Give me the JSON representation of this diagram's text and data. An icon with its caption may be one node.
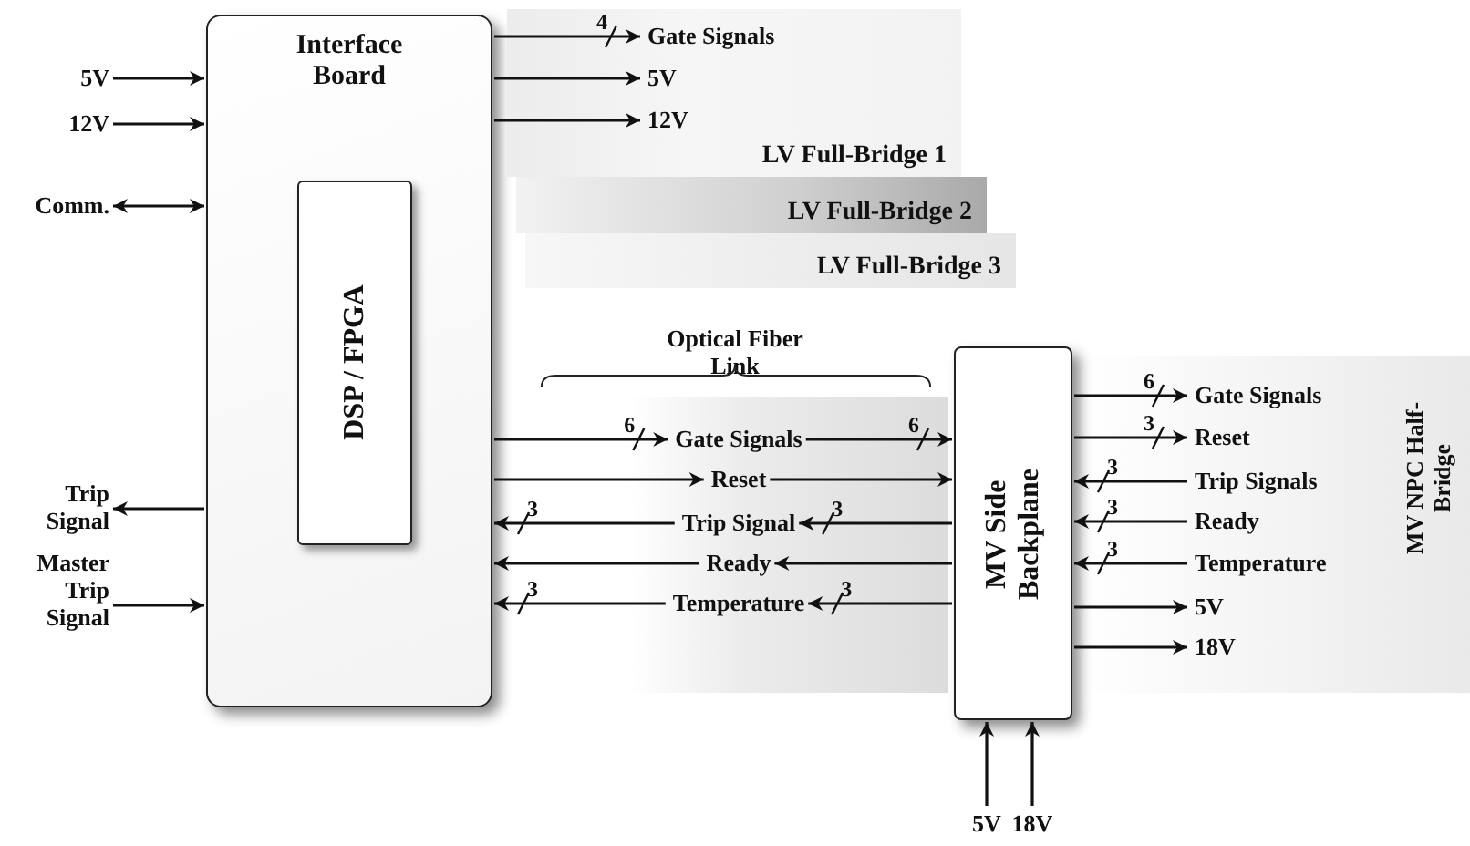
{
  "diagram": {
    "nodes": [
      {
        "text": [
          "Interface Board"
        ]
      },
      {
        "text": [
          "DSP / FPGA"
        ],
        "in": 0
      },
      {
        "text": [
          "5V"
        ]
      },
      {
        "text": [
          "12V"
        ]
      },
      {
        "text": [
          "Comm."
        ]
      },
      {
        "text": [
          "Trip Signal"
        ]
      },
      {
        "text": [
          "Master Trip Signal"
        ]
      },
      {
        "text": [
          "LV Full-Bridge 1"
        ]
      },
      {
        "text": [
          "Gate Signals"
        ],
        "in": 7
      },
      {
        "text": [
          "5V"
        ],
        "in": 7
      },
      {
        "text": [
          "12V"
        ],
        "in": 7
      },
      {
        "text": [
          "LV Full-Bridge 2"
        ]
      },
      {
        "text": [
          "LV Full-Bridge 3"
        ]
      },
      {
        "text": [
          "Optical Fiber Link"
        ]
      },
      {
        "text": [
          "Gate Signals"
        ],
        "in": 13
      },
      {
        "text": [
          "Reset"
        ],
        "in": 13
      },
      {
        "text": [
          "Trip Signal"
        ],
        "in": 13
      },
      {
        "text": [
          "Ready"
        ],
        "in": 13
      },
      {
        "text": [
          "Temperature"
        ],
        "in": 13
      },
      {
        "text": [
          "MV Side Backplane"
        ]
      },
      {
        "text": [
          "MV NPC Half-Bridge"
        ]
      },
      {
        "text": [
          "Gate Signals"
        ],
        "in": 20
      },
      {
        "text": [
          "Reset"
        ],
        "in": 20
      },
      {
        "text": [
          "Trip Signals"
        ],
        "in": 20
      },
      {
        "text": [
          "Ready"
        ],
        "in": 20
      },
      {
        "text": [
          "Temperature"
        ],
        "in": 20
      },
      {
        "text": [
          "5V"
        ],
        "in": 20
      },
      {
        "text": [
          "18V"
        ],
        "in": 20
      },
      {
        "text": [
          "5V"
        ]
      },
      {
        "text": [
          "18V"
        ]
      }
    ],
    "edges": [
      {
        "from": 2,
        "to": 0,
        "arrow": "to"
      },
      {
        "from": 3,
        "to": 0,
        "arrow": "to"
      },
      {
        "from": 4,
        "to": 0,
        "arrow": "both"
      },
      {
        "from": 0,
        "to": 5,
        "arrow": "to"
      },
      {
        "from": 6,
        "to": 0,
        "arrow": "to"
      },
      {
        "from": 0,
        "to": 8,
        "arrow": "to",
        "label": "4"
      },
      {
        "from": 0,
        "to": 9,
        "arrow": "to"
      },
      {
        "from": 0,
        "to": 10,
        "arrow": "to"
      },
      {
        "from": 0,
        "to": 14,
        "arrow": "to",
        "label": "6"
      },
      {
        "from": 14,
        "to": 19,
        "arrow": "to",
        "label": "6"
      },
      {
        "from": 0,
        "to": 15,
        "arrow": "to"
      },
      {
        "from": 15,
        "to": 19,
        "arrow": "to"
      },
      {
        "from": 16,
        "to": 0,
        "arrow": "to",
        "label": "3"
      },
      {
        "from": 19,
        "to": 16,
        "arrow": "to",
        "label": "3"
      },
      {
        "from": 17,
        "to": 0,
        "arrow": "to"
      },
      {
        "from": 19,
        "to": 17,
        "arrow": "to"
      },
      {
        "from": 18,
        "to": 0,
        "arrow": "to",
        "label": "3"
      },
      {
        "from": 19,
        "to": 18,
        "arrow": "to",
        "label": "3"
      },
      {
        "from": 19,
        "to": 21,
        "arrow": "to",
        "label": "6"
      },
      {
        "from": 19,
        "to": 22,
        "arrow": "to",
        "label": "3"
      },
      {
        "from": 23,
        "to": 19,
        "arrow": "to",
        "label": "3"
      },
      {
        "from": 24,
        "to": 19,
        "arrow": "to",
        "label": "3"
      },
      {
        "from": 25,
        "to": 19,
        "arrow": "to",
        "label": "3"
      },
      {
        "from": 19,
        "to": 26,
        "arrow": "to"
      },
      {
        "from": 19,
        "to": 27,
        "arrow": "to"
      },
      {
        "from": 28,
        "to": 19,
        "arrow": "to"
      },
      {
        "from": 29,
        "to": 19,
        "arrow": "to"
      }
    ]
  }
}
